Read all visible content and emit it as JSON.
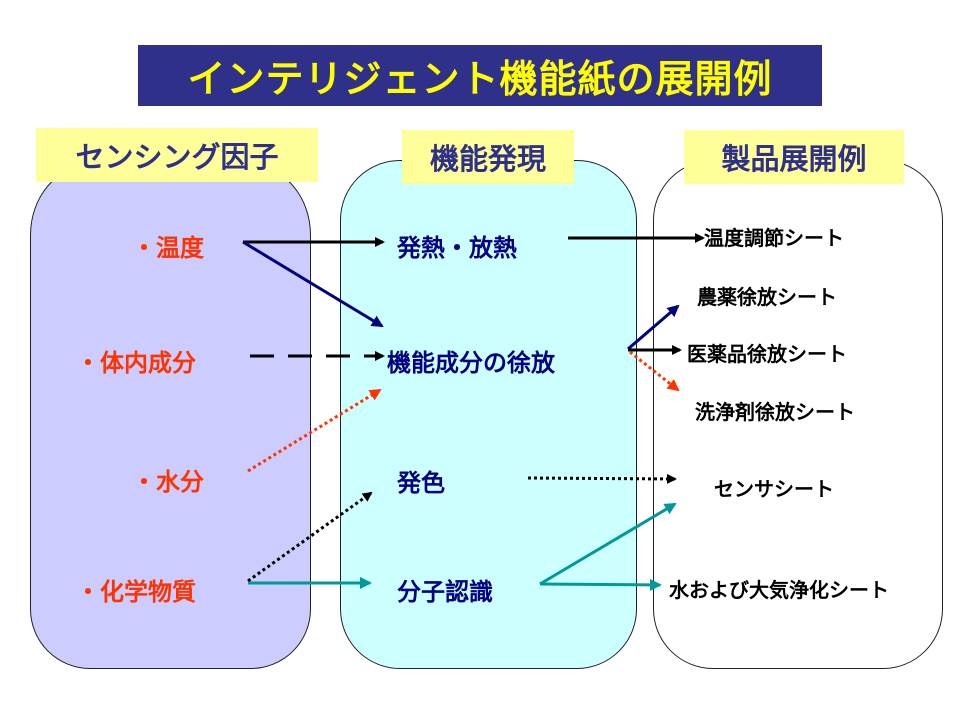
{
  "title": "インテリジェント機能紙の展開例",
  "columns": {
    "sensing": {
      "header": "センシング因子"
    },
    "function": {
      "header": "機能発現"
    },
    "products": {
      "header": "製品展開例"
    }
  },
  "sensing_factors": [
    "・温度",
    "・体内成分",
    "・水分",
    "・化学物質"
  ],
  "functions": [
    "発熱・放熱",
    "機能成分の徐放",
    "発色",
    "分子認識"
  ],
  "products": [
    "温度調節シート",
    "農薬徐放シート",
    "医薬品徐放シート",
    "洗浄剤徐放シート",
    "センサシート",
    "水および大気浄化シート"
  ],
  "connections": [
    {
      "from": "温度",
      "to": "発熱・放熱",
      "style": "solid",
      "color": "#000000"
    },
    {
      "from": "温度",
      "to": "機能成分の徐放",
      "style": "solid",
      "color": "#000080"
    },
    {
      "from": "体内成分",
      "to": "機能成分の徐放",
      "style": "dashed",
      "color": "#000000"
    },
    {
      "from": "水分",
      "to": "機能成分の徐放",
      "style": "dotted",
      "color": "#ff3300"
    },
    {
      "from": "化学物質",
      "to": "発色",
      "style": "dotted",
      "color": "#000000"
    },
    {
      "from": "化学物質",
      "to": "分子認識",
      "style": "solid",
      "color": "#009999"
    },
    {
      "from": "発熱・放熱",
      "to": "温度調節シート",
      "style": "solid",
      "color": "#000000"
    },
    {
      "from": "機能成分の徐放",
      "to": "農薬徐放シート",
      "style": "solid",
      "color": "#000080"
    },
    {
      "from": "機能成分の徐放",
      "to": "医薬品徐放シート",
      "style": "solid",
      "color": "#000000"
    },
    {
      "from": "機能成分の徐放",
      "to": "洗浄剤徐放シート",
      "style": "dotted",
      "color": "#ff3300"
    },
    {
      "from": "発色",
      "to": "センサシート",
      "style": "dotted",
      "color": "#000000"
    },
    {
      "from": "分子認識",
      "to": "センサシート",
      "style": "solid",
      "color": "#009999"
    },
    {
      "from": "分子認識",
      "to": "水および大気浄化シート",
      "style": "solid",
      "color": "#009999"
    }
  ],
  "colors": {
    "title_bg": "#2e3089",
    "title_text": "#ffff00",
    "header_bg": "#ffff99",
    "header_text": "#2e3089",
    "sensing_box": "#ccccff",
    "function_box": "#ccffff",
    "factor_text": "#ff3300",
    "function_text": "#000080"
  }
}
